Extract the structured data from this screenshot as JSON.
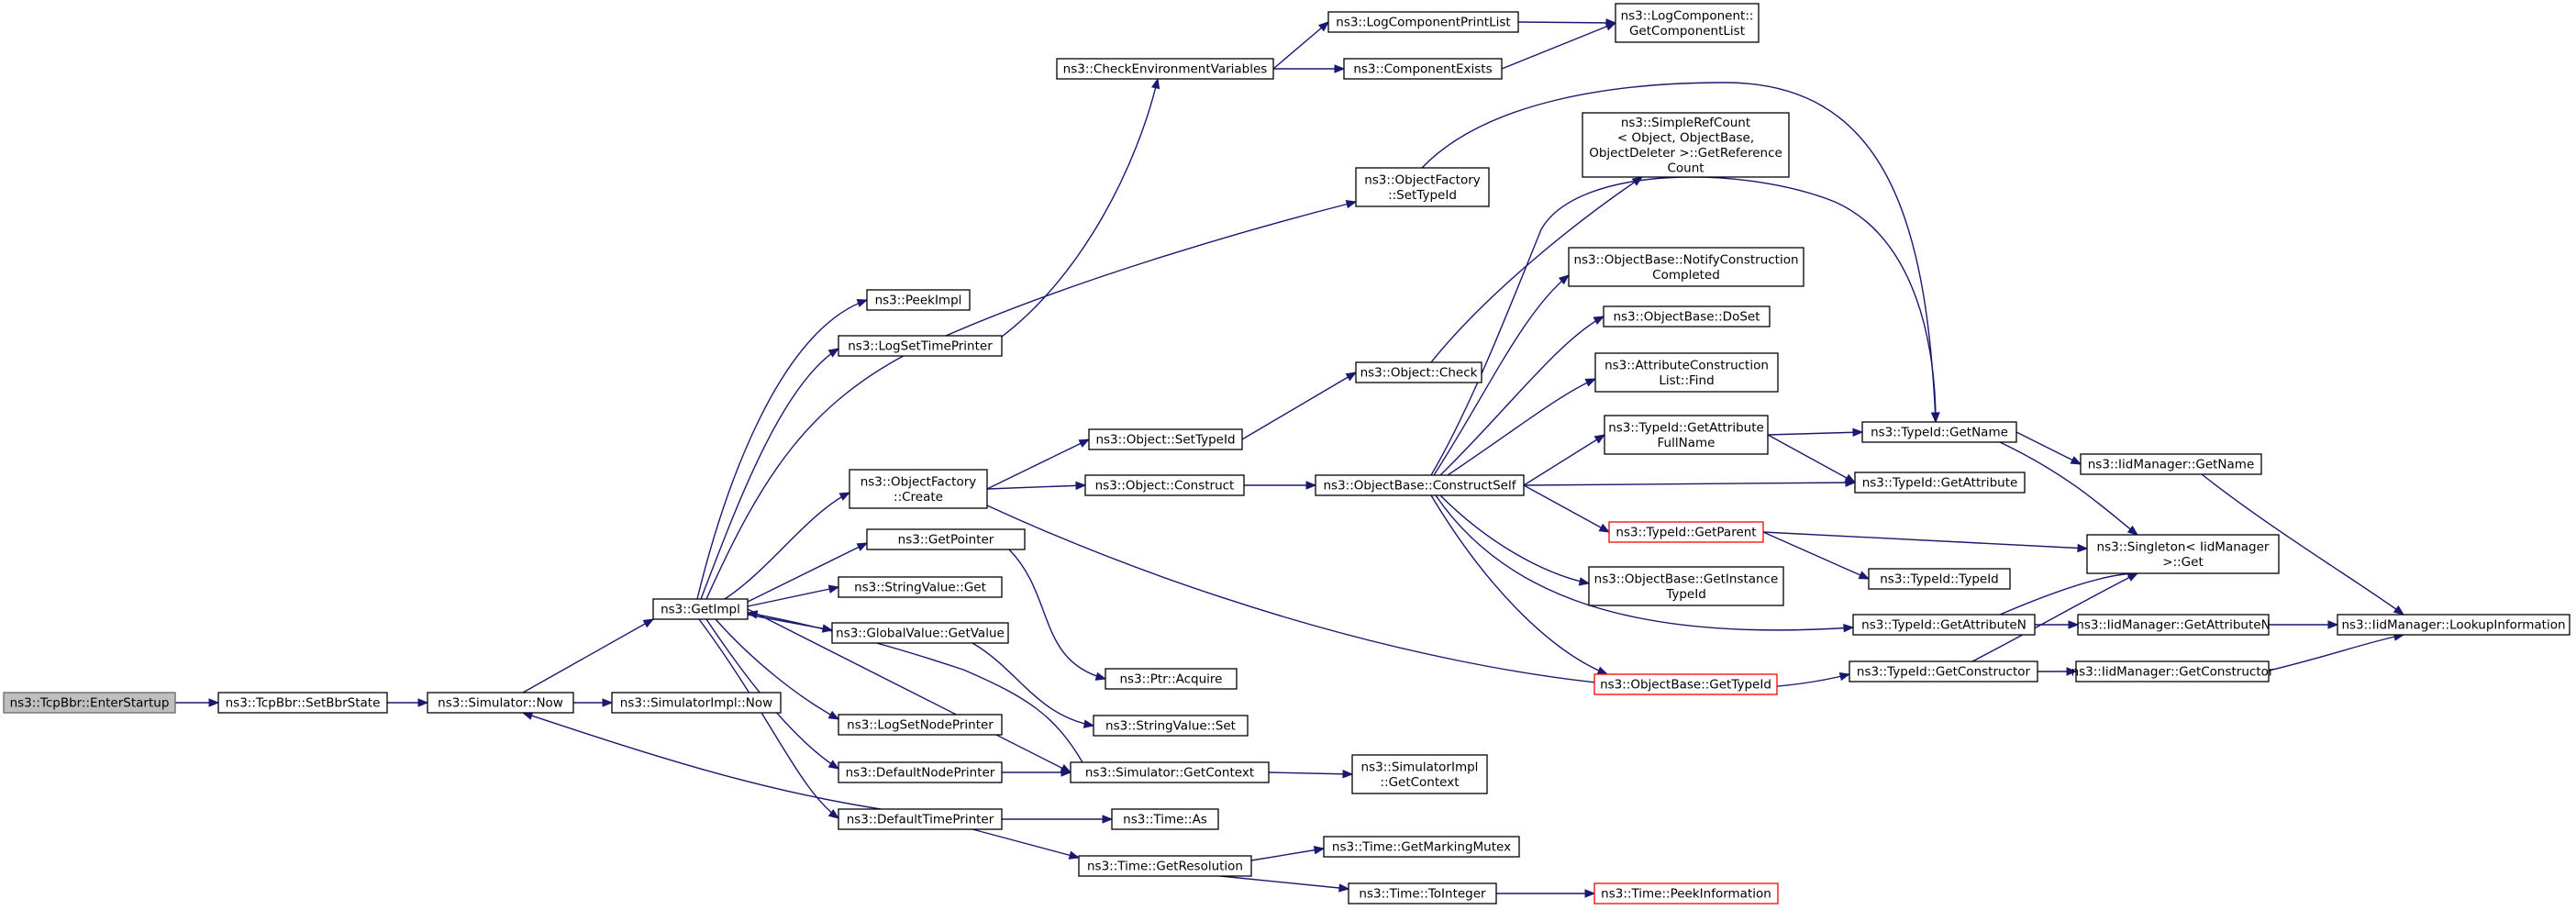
{
  "diagram": {
    "type": "call-graph",
    "colors": {
      "edge": "#191970",
      "root_fill": "#bfbfbf",
      "truncated_border": "#ff0000",
      "node_border": "#000000"
    },
    "nodes": [
      {
        "id": "enterstartup",
        "label": [
          "ns3::TcpBbr::EnterStartup"
        ],
        "style": "root"
      },
      {
        "id": "setbbrstate",
        "label": [
          "ns3::TcpBbr::SetBbrState"
        ]
      },
      {
        "id": "simnow",
        "label": [
          "ns3::Simulator::Now"
        ]
      },
      {
        "id": "simimplnow",
        "label": [
          "ns3::SimulatorImpl::Now"
        ]
      },
      {
        "id": "getimpl",
        "label": [
          "ns3::GetImpl"
        ]
      },
      {
        "id": "peekimpl",
        "label": [
          "ns3::PeekImpl"
        ]
      },
      {
        "id": "logsettimeprinter",
        "label": [
          "ns3::LogSetTimePrinter"
        ]
      },
      {
        "id": "checkenv",
        "label": [
          "ns3::CheckEnvironmentVariables"
        ]
      },
      {
        "id": "logcompprintlist",
        "label": [
          "ns3::LogComponentPrintList"
        ]
      },
      {
        "id": "componentexists",
        "label": [
          "ns3::ComponentExists"
        ]
      },
      {
        "id": "getcomplist",
        "label": [
          "ns3::LogComponent::",
          "GetComponentList"
        ]
      },
      {
        "id": "ofcreate",
        "label": [
          "ns3::ObjectFactory",
          "::Create"
        ]
      },
      {
        "id": "ofsettypeid",
        "label": [
          "ns3::ObjectFactory",
          "::SetTypeId"
        ]
      },
      {
        "id": "simplerefcount",
        "label": [
          "ns3::SimpleRefCount",
          "< Object, ObjectBase,",
          "ObjectDeleter >::GetReference",
          "Count"
        ]
      },
      {
        "id": "objcheck",
        "label": [
          "ns3::Object::Check"
        ]
      },
      {
        "id": "objsettypeid",
        "label": [
          "ns3::Object::SetTypeId"
        ]
      },
      {
        "id": "objconstruct",
        "label": [
          "ns3::Object::Construct"
        ]
      },
      {
        "id": "constructself",
        "label": [
          "ns3::ObjectBase::ConstructSelf"
        ]
      },
      {
        "id": "notifyconstruction",
        "label": [
          "ns3::ObjectBase::NotifyConstruction",
          "Completed"
        ]
      },
      {
        "id": "doset",
        "label": [
          "ns3::ObjectBase::DoSet"
        ]
      },
      {
        "id": "attrconstructionfind",
        "label": [
          "ns3::AttributeConstruction",
          "List::Find"
        ]
      },
      {
        "id": "getattrfullname",
        "label": [
          "ns3::TypeId::GetAttribute",
          "FullName"
        ]
      },
      {
        "id": "typeidgetname",
        "label": [
          "ns3::TypeId::GetName"
        ]
      },
      {
        "id": "typeidgetattr",
        "label": [
          "ns3::TypeId::GetAttribute"
        ]
      },
      {
        "id": "iidgetname",
        "label": [
          "ns3::IidManager::GetName"
        ]
      },
      {
        "id": "singletonget",
        "label": [
          "ns3::Singleton< IidManager",
          ">::Get"
        ]
      },
      {
        "id": "typeidgetparent",
        "label": [
          "ns3::TypeId::GetParent"
        ],
        "style": "truncated"
      },
      {
        "id": "typeidtypeid",
        "label": [
          "ns3::TypeId::TypeId"
        ]
      },
      {
        "id": "getinstancetypeid",
        "label": [
          "ns3::ObjectBase::GetInstance",
          "TypeId"
        ]
      },
      {
        "id": "getattrn",
        "label": [
          "ns3::TypeId::GetAttributeN"
        ]
      },
      {
        "id": "iidgetattrn",
        "label": [
          "ns3::IidManager::GetAttributeN"
        ]
      },
      {
        "id": "lookupinfo",
        "label": [
          "ns3::IidManager::LookupInformation"
        ]
      },
      {
        "id": "objbasegettypeid",
        "label": [
          "ns3::ObjectBase::GetTypeId"
        ],
        "style": "truncated"
      },
      {
        "id": "typeidgetctor",
        "label": [
          "ns3::TypeId::GetConstructor"
        ]
      },
      {
        "id": "iidgetctor",
        "label": [
          "ns3::IidManager::GetConstructor"
        ]
      },
      {
        "id": "getpointer",
        "label": [
          "ns3::GetPointer"
        ]
      },
      {
        "id": "ptracquire",
        "label": [
          "ns3::Ptr::Acquire"
        ]
      },
      {
        "id": "strvalget",
        "label": [
          "ns3::StringValue::Get"
        ]
      },
      {
        "id": "globalvalget",
        "label": [
          "ns3::GlobalValue::GetValue"
        ]
      },
      {
        "id": "strvalset",
        "label": [
          "ns3::StringValue::Set"
        ]
      },
      {
        "id": "logsetnodeprinter",
        "label": [
          "ns3::LogSetNodePrinter"
        ]
      },
      {
        "id": "defnodeprinter",
        "label": [
          "ns3::DefaultNodePrinter"
        ]
      },
      {
        "id": "simgetcontext",
        "label": [
          "ns3::Simulator::GetContext"
        ]
      },
      {
        "id": "simimplgetcontext",
        "label": [
          "ns3::SimulatorImpl",
          "::GetContext"
        ]
      },
      {
        "id": "deftimeprinter",
        "label": [
          "ns3::DefaultTimePrinter"
        ]
      },
      {
        "id": "timeas",
        "label": [
          "ns3::Time::As"
        ]
      },
      {
        "id": "timegetres",
        "label": [
          "ns3::Time::GetResolution"
        ]
      },
      {
        "id": "timemutex",
        "label": [
          "ns3::Time::GetMarkingMutex"
        ]
      },
      {
        "id": "timetointeger",
        "label": [
          "ns3::Time::ToInteger"
        ]
      },
      {
        "id": "timepeekinfo",
        "label": [
          "ns3::Time::PeekInformation"
        ],
        "style": "truncated"
      }
    ],
    "edges": [
      [
        "enterstartup",
        "setbbrstate"
      ],
      [
        "setbbrstate",
        "simnow"
      ],
      [
        "simnow",
        "simimplnow"
      ],
      [
        "simnow",
        "getimpl"
      ],
      [
        "getimpl",
        "peekimpl"
      ],
      [
        "getimpl",
        "logsettimeprinter"
      ],
      [
        "getimpl",
        "ofsettypeid"
      ],
      [
        "getimpl",
        "ofcreate"
      ],
      [
        "getimpl",
        "getpointer"
      ],
      [
        "getimpl",
        "strvalget"
      ],
      [
        "getimpl",
        "globalvalget"
      ],
      [
        "getimpl",
        "logsetnodeprinter"
      ],
      [
        "getimpl",
        "defnodeprinter"
      ],
      [
        "getimpl",
        "deftimeprinter"
      ],
      [
        "getimpl",
        "simgetcontext"
      ],
      [
        "logsettimeprinter",
        "checkenv"
      ],
      [
        "checkenv",
        "logcompprintlist"
      ],
      [
        "checkenv",
        "componentexists"
      ],
      [
        "logcompprintlist",
        "getcomplist"
      ],
      [
        "componentexists",
        "getcomplist"
      ],
      [
        "ofsettypeid",
        "typeidgetname"
      ],
      [
        "ofcreate",
        "objsettypeid"
      ],
      [
        "ofcreate",
        "objconstruct"
      ],
      [
        "ofcreate",
        "typeidgetctor"
      ],
      [
        "objsettypeid",
        "objcheck"
      ],
      [
        "objcheck",
        "simplerefcount"
      ],
      [
        "objconstruct",
        "constructself"
      ],
      [
        "constructself",
        "typeidgetname"
      ],
      [
        "constructself",
        "notifyconstruction"
      ],
      [
        "constructself",
        "doset"
      ],
      [
        "constructself",
        "attrconstructionfind"
      ],
      [
        "constructself",
        "getattrfullname"
      ],
      [
        "constructself",
        "typeidgetattr"
      ],
      [
        "constructself",
        "typeidgetparent"
      ],
      [
        "constructself",
        "getinstancetypeid"
      ],
      [
        "constructself",
        "getattrn"
      ],
      [
        "constructself",
        "objbasegettypeid"
      ],
      [
        "getattrfullname",
        "typeidgetname"
      ],
      [
        "getattrfullname",
        "typeidgetattr"
      ],
      [
        "typeidgetname",
        "iidgetname"
      ],
      [
        "typeidgetname",
        "singletonget"
      ],
      [
        "iidgetname",
        "lookupinfo"
      ],
      [
        "typeidgetparent",
        "singletonget"
      ],
      [
        "typeidgetparent",
        "typeidtypeid"
      ],
      [
        "getattrn",
        "singletonget"
      ],
      [
        "getattrn",
        "iidgetattrn"
      ],
      [
        "iidgetattrn",
        "lookupinfo"
      ],
      [
        "typeidgetctor",
        "singletonget"
      ],
      [
        "typeidgetctor",
        "iidgetctor"
      ],
      [
        "iidgetctor",
        "lookupinfo"
      ],
      [
        "getpointer",
        "ptracquire"
      ],
      [
        "globalvalget",
        "strvalset"
      ],
      [
        "defnodeprinter",
        "simgetcontext"
      ],
      [
        "simgetcontext",
        "simimplgetcontext"
      ],
      [
        "simgetcontext",
        "getimpl"
      ],
      [
        "deftimeprinter",
        "simnow"
      ],
      [
        "deftimeprinter",
        "timeas"
      ],
      [
        "deftimeprinter",
        "timegetres"
      ],
      [
        "timegetres",
        "timemutex"
      ],
      [
        "timegetres",
        "timetointeger"
      ],
      [
        "timetointeger",
        "timepeekinfo"
      ]
    ]
  }
}
